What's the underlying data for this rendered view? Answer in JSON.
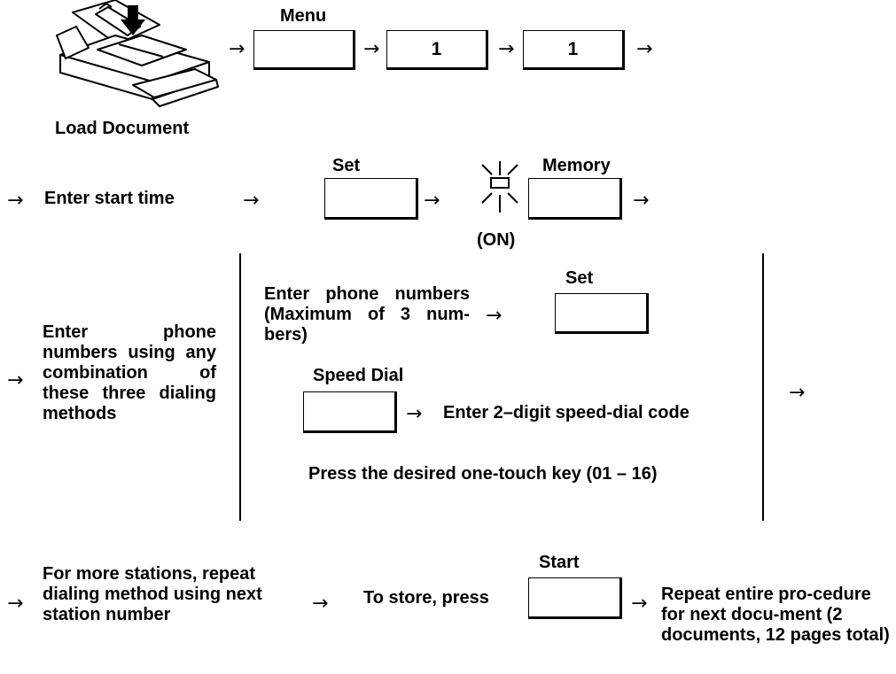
{
  "row1": {
    "load_document": "Load Document",
    "menu_label": "Menu",
    "key1": "1",
    "key2": "1",
    "arrow": "→"
  },
  "row2": {
    "enter_start_time": "Enter start time",
    "set_label": "Set",
    "memory_label": "Memory",
    "on_label": "(ON)"
  },
  "row3": {
    "intro": "Enter phone numbers using any combination of these three dialing methods",
    "enter_phone_numbers": "Enter phone numbers (Maximum of 3 num-bers)",
    "set_label": "Set",
    "speed_dial_label": "Speed Dial",
    "enter_speed_code": "Enter 2–digit speed-dial code",
    "one_touch": "Press the desired one-touch key (01 – 16)"
  },
  "row4": {
    "more_stations": "For more stations, repeat dialing method using next station number",
    "to_store": "To store, press",
    "start_label": "Start",
    "repeat_entire": "Repeat entire pro-cedure for next docu-ment (2 documents, 12 pages total)"
  }
}
